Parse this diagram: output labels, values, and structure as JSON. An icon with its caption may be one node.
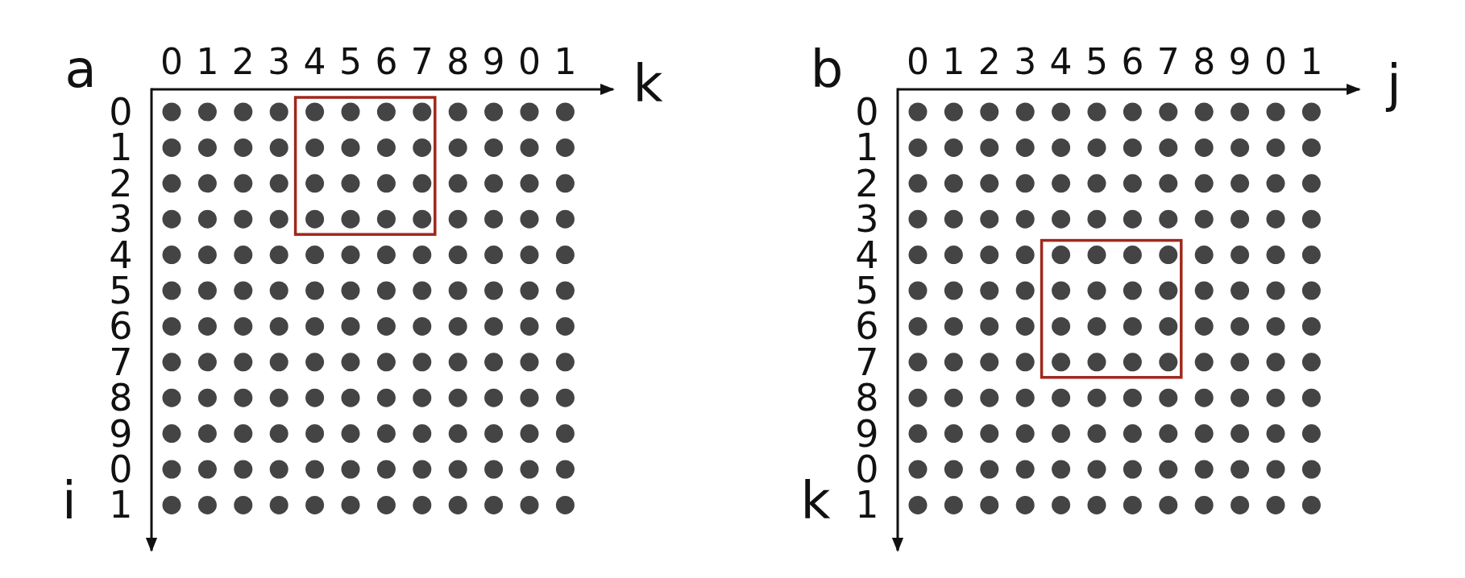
{
  "diagram": {
    "labels": [
      "a",
      "0",
      "1",
      "2",
      "3",
      "4",
      "5",
      "6",
      "7",
      "8",
      "9",
      "0",
      "1",
      "k",
      "0",
      "1",
      "2",
      "3",
      "4",
      "5",
      "6",
      "7",
      "8",
      "9",
      "0",
      "1",
      "i",
      "b",
      "0",
      "1",
      "2",
      "3",
      "4",
      "5",
      "6",
      "7",
      "8",
      "9",
      "0",
      "1",
      "j",
      "0",
      "1",
      "2",
      "3",
      "4",
      "5",
      "6",
      "7",
      "8",
      "9",
      "0",
      "1",
      "k"
    ]
  }
}
